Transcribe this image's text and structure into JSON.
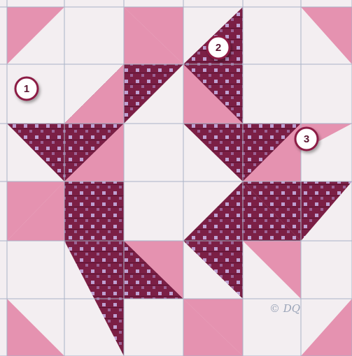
{
  "image": {
    "kind": "quilt-block",
    "colors": {
      "background": "#f3eef1",
      "pink": "#e592b0",
      "plaid": "#7b1f45",
      "plaid_check": "#c6aee0",
      "grid_line": "#aab3c8"
    }
  },
  "badges": [
    {
      "label": "1"
    },
    {
      "label": "2"
    },
    {
      "label": "3"
    }
  ],
  "signature": "© DQ"
}
